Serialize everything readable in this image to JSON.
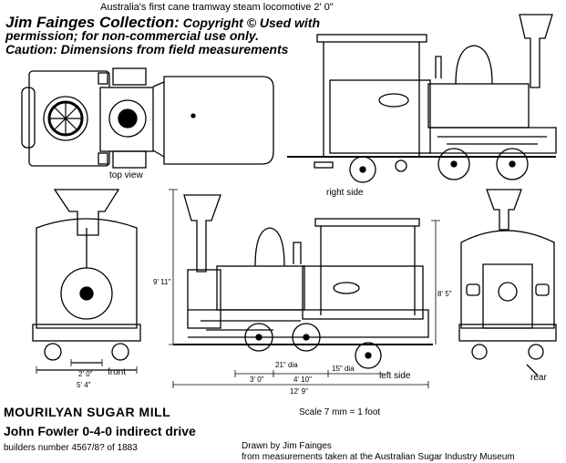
{
  "header": {
    "title": "Australia's first cane tramway steam locomotive  2' 0\""
  },
  "copyright": {
    "name": "Jim Fainges Collection:",
    "rest1": "Copyright © Used with",
    "line2": "permission; for non-commercial use only.",
    "line3": "Caution: Dimensions from field measurements"
  },
  "views": {
    "top": "top view",
    "right": "right side",
    "front": "front",
    "left": "left side",
    "rear": "rear"
  },
  "dimensions": {
    "height_left": "9' 11\"",
    "height_right": "8' 5\"",
    "front_inner": "2' 0\"",
    "front_outer": "5' 4\"",
    "d1": "3' 0\"",
    "d2": "4' 10\"",
    "d3": "21\" dia",
    "d4": "15\" dia",
    "overall": "12' 9\""
  },
  "footer": {
    "mill": "MOURILYAN SUGAR MILL",
    "loco": "John Fowler 0-4-0 indirect drive",
    "builders": "builders number 4567/8? of 1883",
    "scale": "Scale 7 mm  = 1 foot",
    "drawn_by": "Drawn by Jim Fainges",
    "measurements": "from measurements taken at the Australian Sugar Industry Museum"
  }
}
